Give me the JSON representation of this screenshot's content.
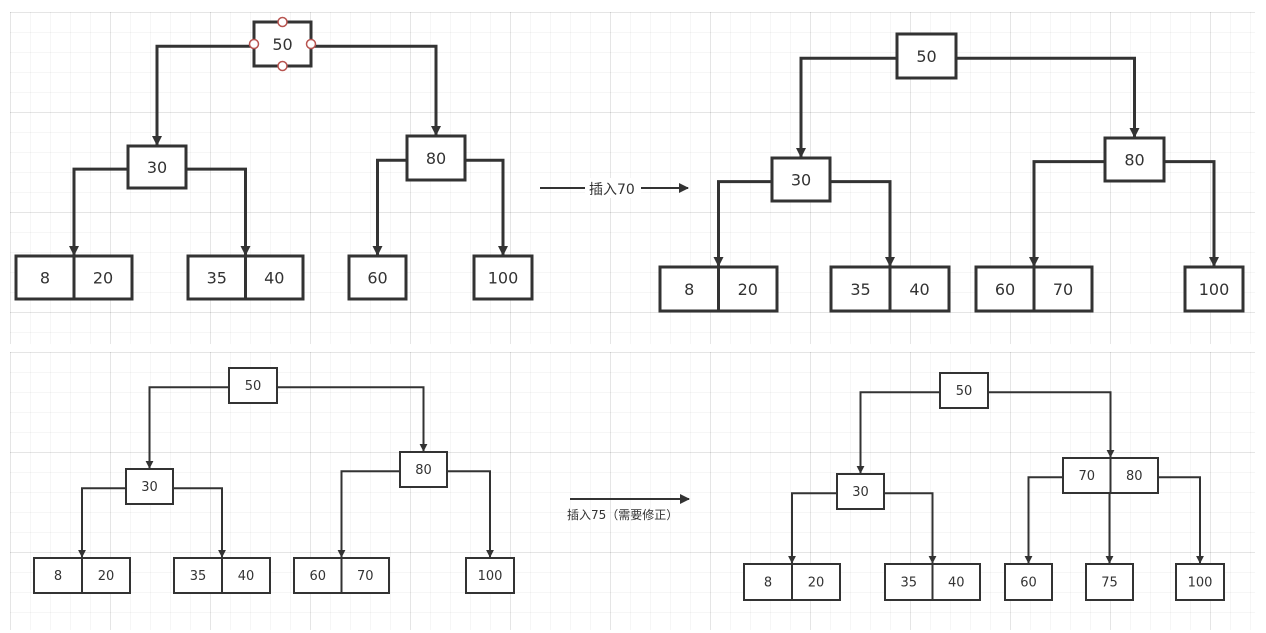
{
  "colors": {
    "stroke": "#333333",
    "text": "#333333",
    "handle": "#b85450"
  },
  "diagrams": [
    {
      "name": "tree-before-insert-70",
      "root": [
        "50"
      ],
      "level2": [
        [
          "30"
        ],
        [
          "80"
        ]
      ],
      "leaves": [
        [
          "8",
          "20"
        ],
        [
          "35",
          "40"
        ],
        [
          "60"
        ],
        [
          "100"
        ]
      ],
      "selected_root": true
    },
    {
      "name": "tree-after-insert-70",
      "root": [
        "50"
      ],
      "level2": [
        [
          "30"
        ],
        [
          "80"
        ]
      ],
      "leaves": [
        [
          "8",
          "20"
        ],
        [
          "35",
          "40"
        ],
        [
          "60",
          "70"
        ],
        [
          "100"
        ]
      ],
      "selected_root": false
    },
    {
      "name": "tree-before-insert-75",
      "root": [
        "50"
      ],
      "level2": [
        [
          "30"
        ],
        [
          "80"
        ]
      ],
      "leaves": [
        [
          "8",
          "20"
        ],
        [
          "35",
          "40"
        ],
        [
          "60",
          "70"
        ],
        [
          "100"
        ]
      ],
      "selected_root": false
    },
    {
      "name": "tree-after-insert-75",
      "root": [
        "50"
      ],
      "level2": [
        [
          "30"
        ],
        [
          "70",
          "80"
        ]
      ],
      "leaves": [
        [
          "8",
          "20"
        ],
        [
          "35",
          "40"
        ],
        [
          "60"
        ],
        [
          "75"
        ],
        [
          "100"
        ]
      ],
      "selected_root": false
    }
  ],
  "transitions": [
    {
      "name": "insert-70",
      "label": "插入70"
    },
    {
      "name": "insert-75",
      "label": "插入75（需要修正）"
    }
  ]
}
